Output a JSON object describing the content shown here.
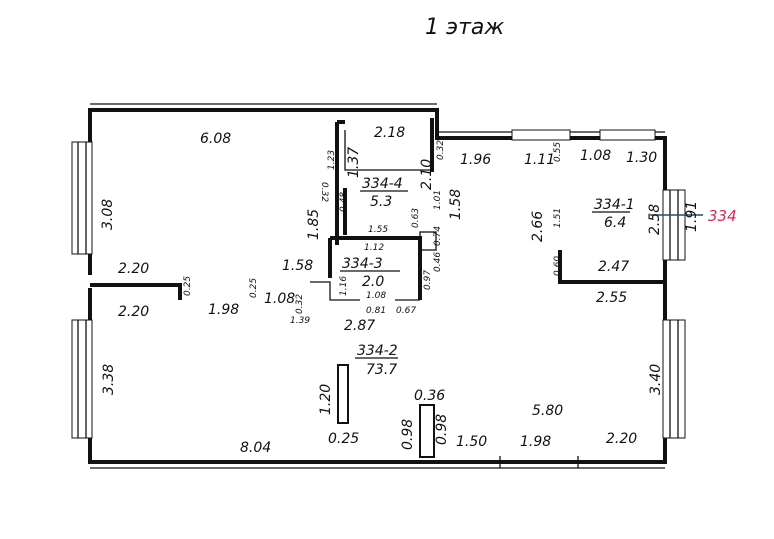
{
  "floor_title": "1 этаж",
  "unit_label": "334",
  "colors": {
    "ink": "#111111",
    "unit_label": "#e0245e"
  },
  "rooms": [
    {
      "name": "334-1",
      "area": "6.4"
    },
    {
      "name": "334-2",
      "area": "73.7"
    },
    {
      "name": "334-3",
      "area": "2.0"
    },
    {
      "name": "334-4",
      "area": "5.3"
    }
  ],
  "dimensions": {
    "top_left_wall": "6.08",
    "left_upper": "3.08",
    "partition_left_a": "2.20",
    "partition_left_b": "2.20",
    "partition_stub": "0.25",
    "left_lower": "3.38",
    "bottom_left": "8.04",
    "hall_width": "1.98",
    "top_mid": "2.18",
    "mid_v_1_37": "1.37",
    "mid_v_1_23": "1.23",
    "bath4_v_2_10": "2.10",
    "small_0_32_a": "0.32",
    "small_0_32_b": "0.32",
    "bath4_v_1_58": "1.58",
    "top_right_1_96": "1.96",
    "top_right_1_11": "1.11",
    "small_0_55": "0.55",
    "top_right_1_08": "1.08",
    "top_right_1_30": "1.30",
    "v_2_66": "2.66",
    "v_1_51": "1.51",
    "v_2_58": "2.58",
    "right_1_91": "1.91",
    "partition_0_60": "0.60",
    "partition_2_47": "2.47",
    "partition_2_55": "2.55",
    "right_lower": "3.40",
    "bottom_right_5_80": "5.80",
    "bottom_2_20": "2.20",
    "bottom_1_98": "1.98",
    "bottom_1_50": "1.50",
    "col_0_36": "0.36",
    "col_0_98_a": "0.98",
    "col_0_98_b": "0.98",
    "bottom_0_25": "0.25",
    "wall_1_20": "1.20",
    "hall_2_87": "2.87",
    "v_1_85": "1.85",
    "small_0_25_b": "0.25",
    "h_1_58": "1.58",
    "h_1_08_a": "1.08",
    "h_1_08_b": "1.08",
    "h_1_39": "1.39",
    "small_0_32_c": "0.32",
    "small_0_81": "0.81",
    "small_0_67": "0.67",
    "small_0_97": "0.97",
    "small_1_16": "1.16",
    "small_1_55": "1.55",
    "small_1_12": "1.12",
    "small_0_63": "0.63",
    "small_0_46": "0.46",
    "small_0_74": "0.74",
    "small_1_01": "1.01",
    "small_0_48": "0.48"
  }
}
